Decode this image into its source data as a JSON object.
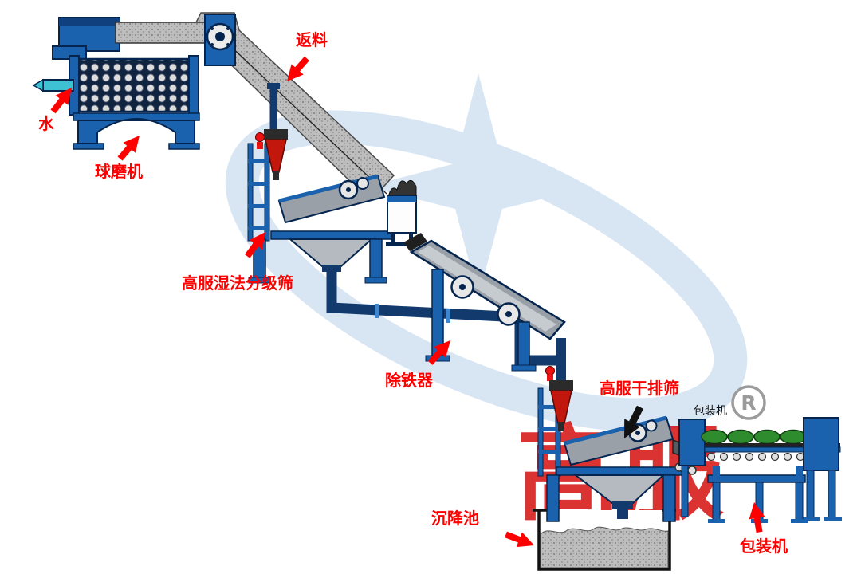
{
  "diagram": {
    "labels": {
      "water": "水",
      "ball_mill": "球磨机",
      "return_material": "返料",
      "wet_screen": "高服湿法分级筛",
      "iron_remover": "除铁器",
      "dry_screen": "高服干排筛",
      "settling_pond": "沉降池",
      "packing_machine_top": "包装机",
      "packing_machine": "包装机",
      "registered_mark": "R",
      "brand_watermark": "高服"
    },
    "colors": {
      "machine_blue": "#1a62ae",
      "outline_navy": "#05254f",
      "pipe_navy": "#123a6d",
      "label_red": "#ff0000",
      "arrow_black": "#111111",
      "cyclone_red": "#c2170c",
      "brand_red": "#d50f0f",
      "watermark_blue": "#d8e6f4",
      "deck_gray": "#9aa0a8",
      "material_gray": "#bdbdbd",
      "sack_green": "#2e8b2e",
      "water_cyan": "#3fc1d4"
    }
  }
}
